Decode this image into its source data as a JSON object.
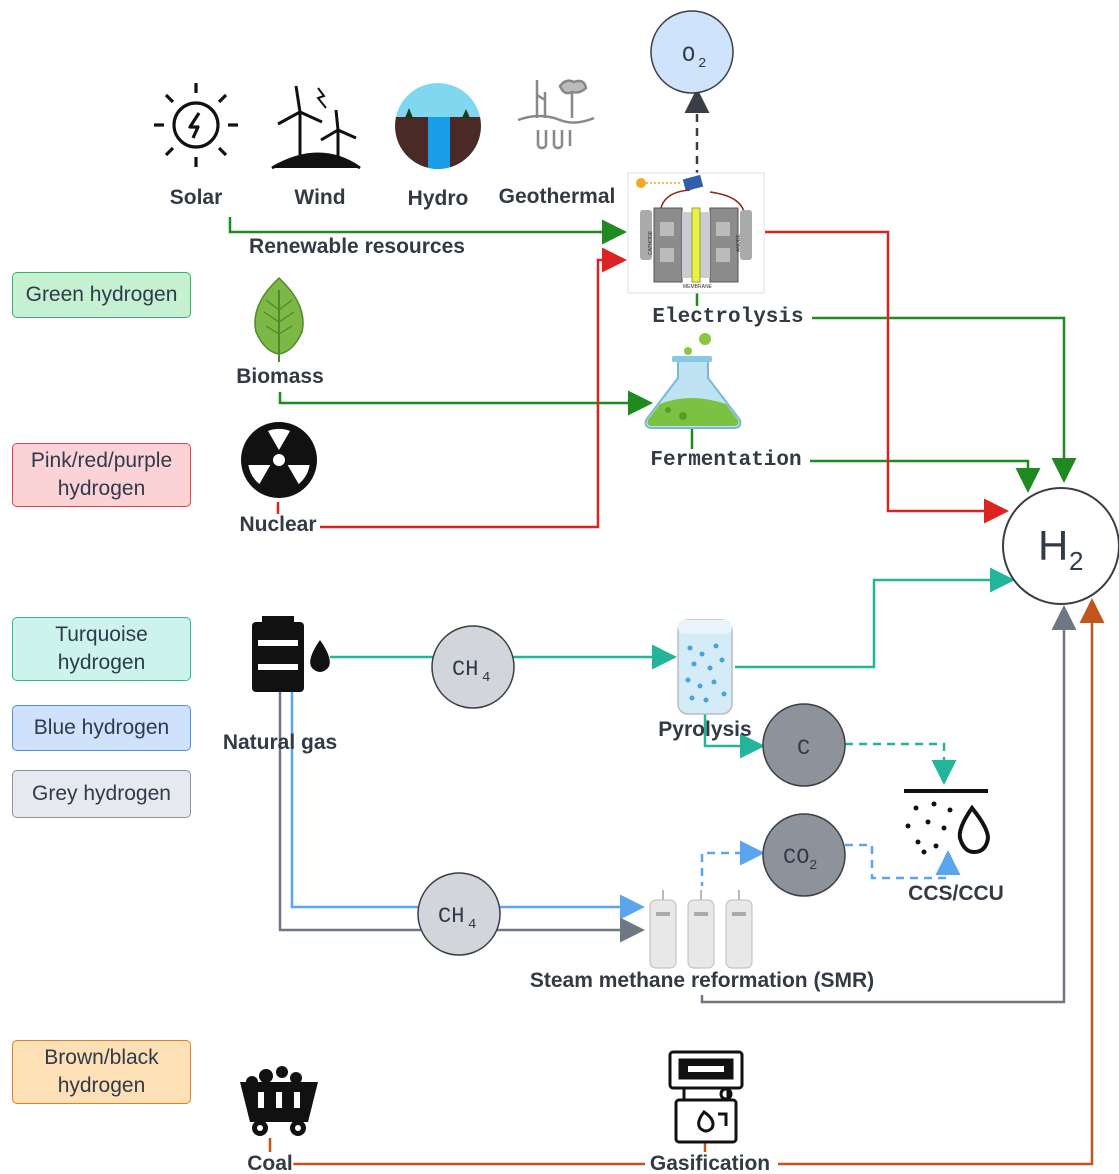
{
  "legend": [
    {
      "label": "Green hydrogen",
      "bg": "#c6f0d2",
      "border": "#3fae6a"
    },
    {
      "label": "Pink/red/purple hydrogen",
      "bg": "#fbd3d6",
      "border": "#d9444f"
    },
    {
      "label": "Turquoise hydrogen",
      "bg": "#ccf4ec",
      "border": "#33b59f"
    },
    {
      "label": "Blue hydrogen",
      "bg": "#cfe2fb",
      "border": "#4f8fe0"
    },
    {
      "label": "Grey hydrogen",
      "bg": "#e6e9ee",
      "border": "#8b929c"
    },
    {
      "label": "Brown/black hydrogen",
      "bg": "#fde0b5",
      "border": "#d9822b"
    }
  ],
  "sources": {
    "solar": "Solar",
    "wind": "Wind",
    "hydro": "Hydro",
    "geothermal": "Geothermal",
    "renewable": "Renewable resources",
    "biomass": "Biomass",
    "nuclear": "Nuclear",
    "natural_gas": "Natural gas",
    "coal": "Coal"
  },
  "processes": {
    "electrolysis": "Electrolysis",
    "fermentation": "Fermentation",
    "pyrolysis": "Pyrolysis",
    "smr": "Steam methane reformation (SMR)",
    "gasification": "Gasification",
    "ccs": "CCS/CCU"
  },
  "molecules": {
    "o2": "O",
    "o2_sub": "2",
    "h2": "H",
    "h2_sub": "2",
    "ch4": "CH",
    "ch4_sub": "4",
    "c": "C",
    "co2": "CO",
    "co2_sub": "2"
  },
  "electrolyzer_labels": {
    "cathode": "CATHODE",
    "anode": "ANODE",
    "membrane": "MEMBRANE"
  },
  "colors": {
    "green": "#1f8a1f",
    "red": "#dd2222",
    "turquoise": "#22b59a",
    "blue": "#5aa6ee",
    "grey": "#6f7785",
    "brown": "#c0561b",
    "dark": "#3a3f47"
  }
}
